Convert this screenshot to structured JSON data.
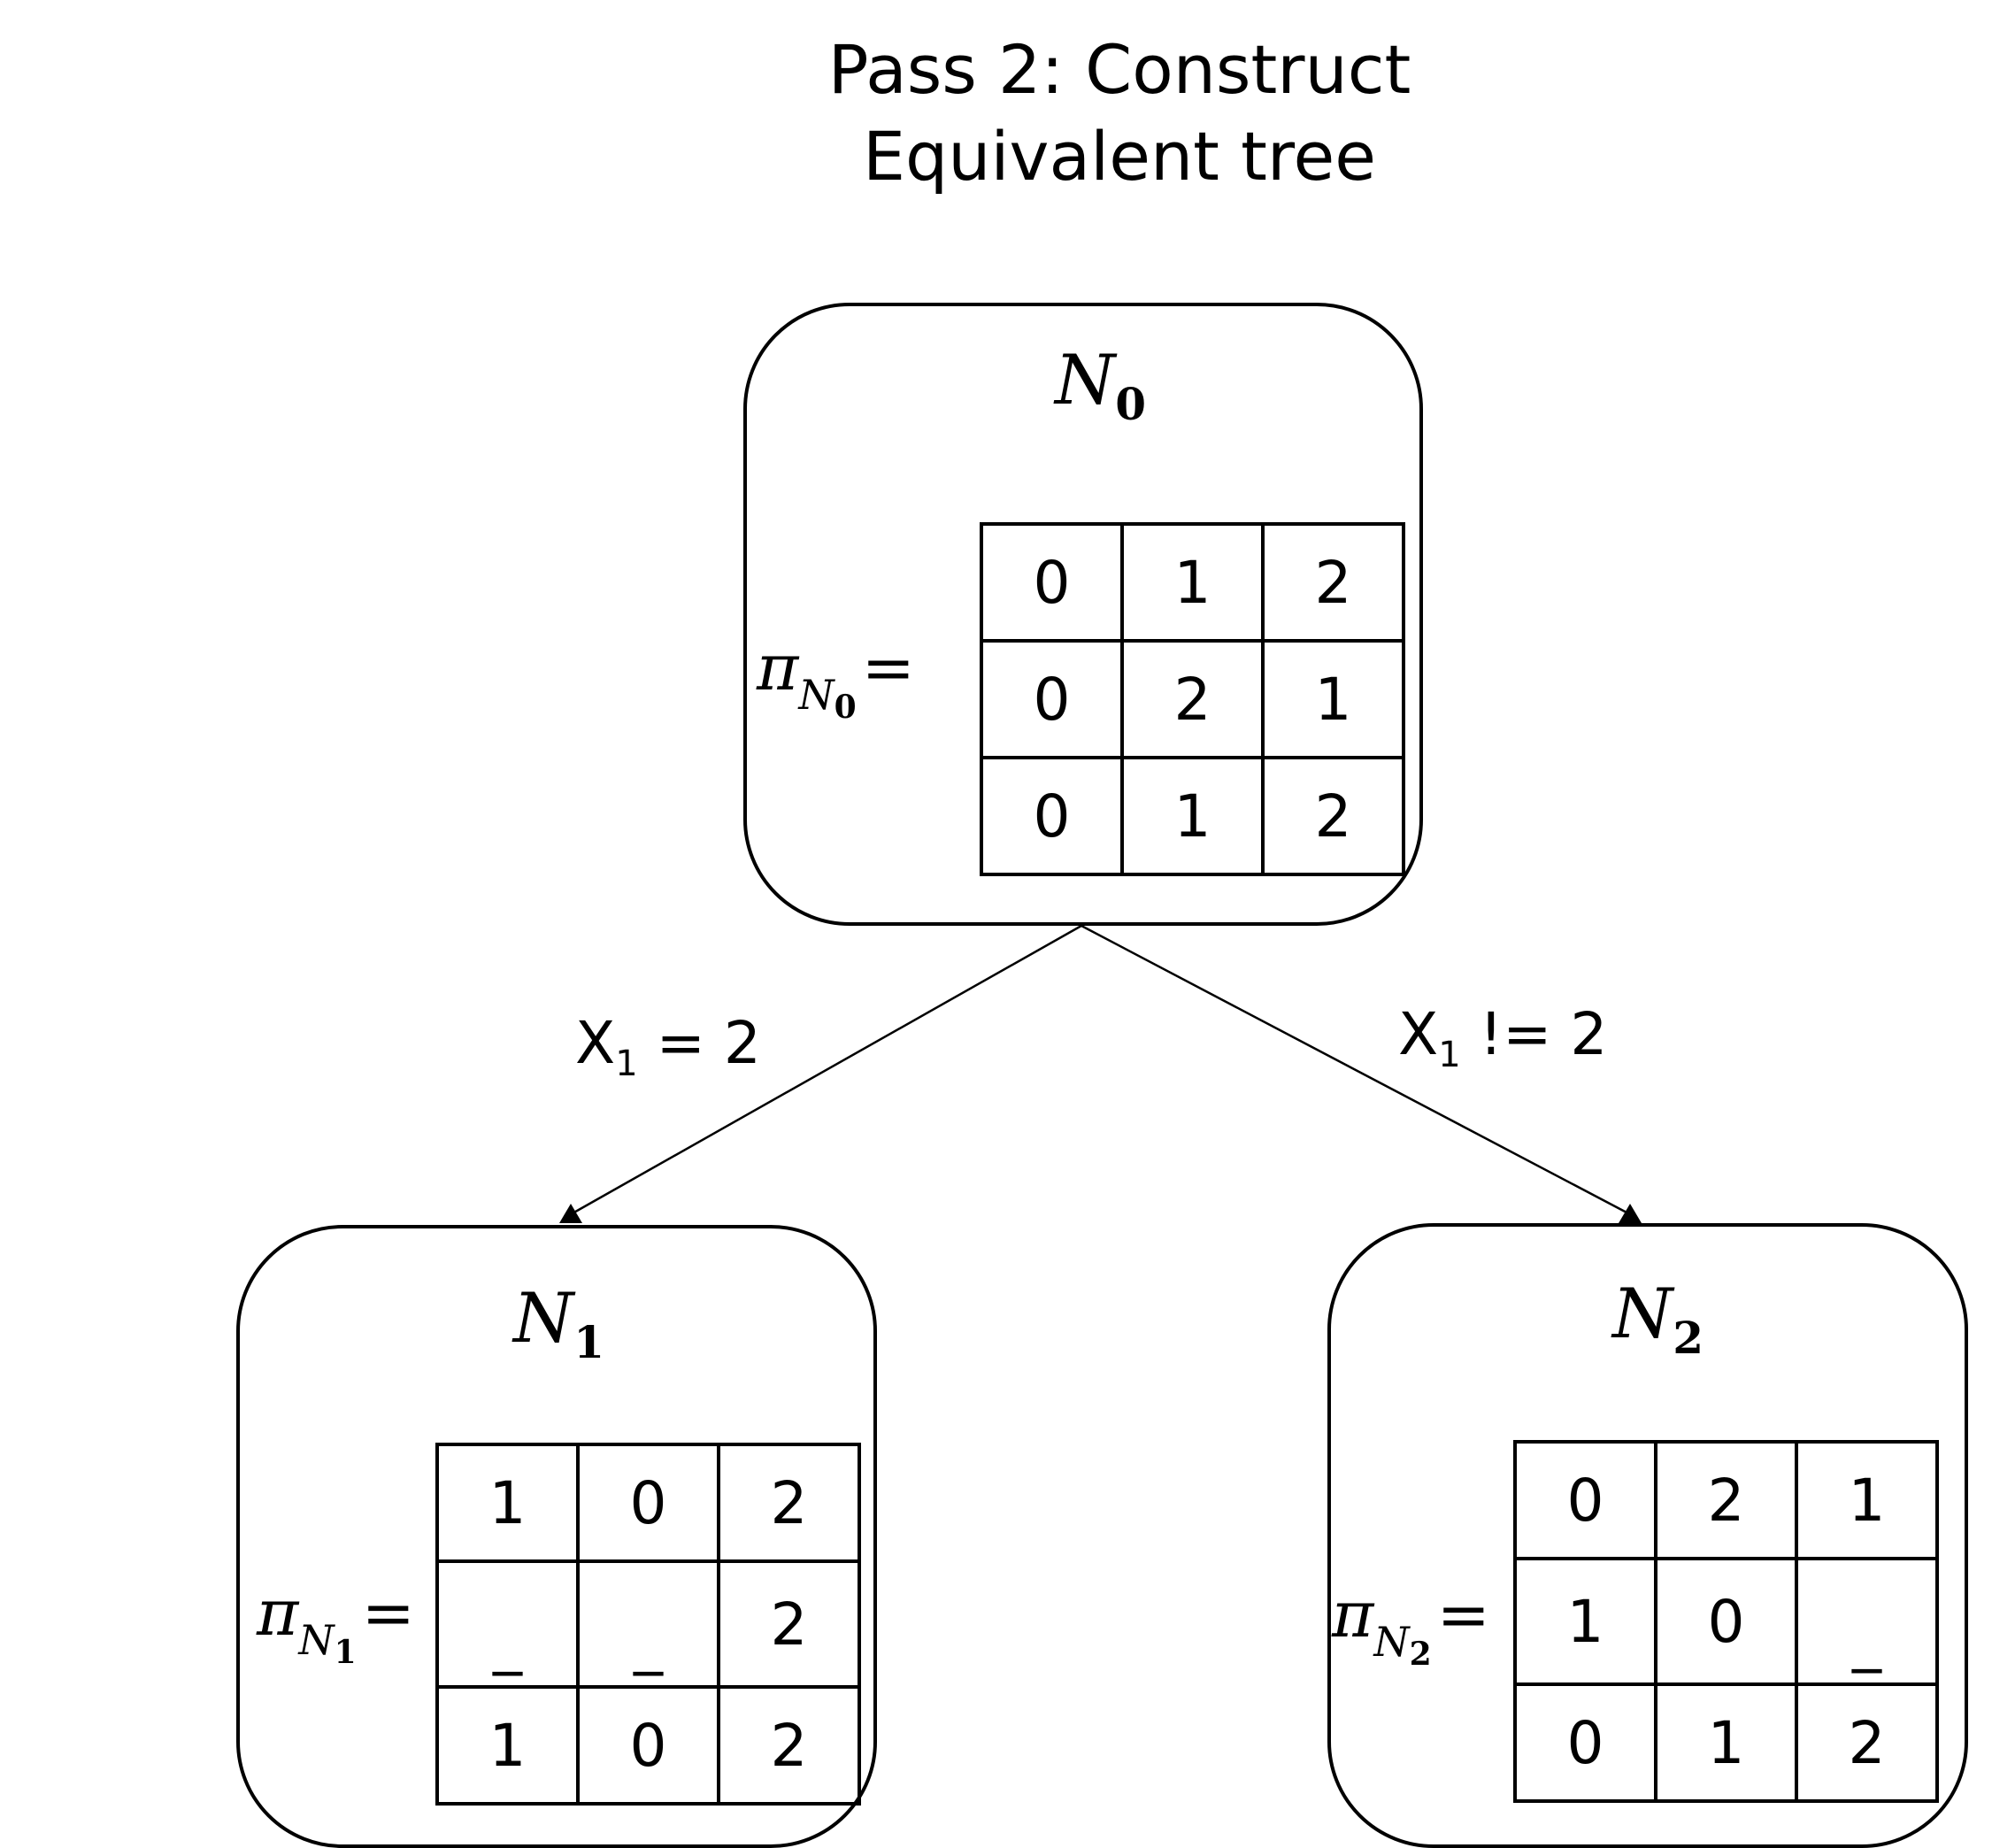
{
  "title": {
    "line1": "Pass 2: Construct",
    "line2": "Equivalent tree"
  },
  "nodes": [
    {
      "label": "N",
      "sub": "0",
      "pi_symbol": "π",
      "pi_sub_letter": "N",
      "pi_sub_index": "0",
      "equals": "=",
      "matrix": [
        [
          "0",
          "1",
          "2"
        ],
        [
          "0",
          "2",
          "1"
        ],
        [
          "0",
          "1",
          "2"
        ]
      ]
    },
    {
      "label": "N",
      "sub": "1",
      "pi_symbol": "π",
      "pi_sub_letter": "N",
      "pi_sub_index": "1",
      "equals": "=",
      "matrix": [
        [
          "1",
          "0",
          "2"
        ],
        [
          "_",
          "_",
          "2"
        ],
        [
          "1",
          "0",
          "2"
        ]
      ]
    },
    {
      "label": "N",
      "sub": "2",
      "pi_symbol": "π",
      "pi_sub_letter": "N",
      "pi_sub_index": "2",
      "equals": "=",
      "matrix": [
        [
          "0",
          "2",
          "1"
        ],
        [
          "1",
          "0",
          "_"
        ],
        [
          "0",
          "1",
          "2"
        ]
      ]
    }
  ],
  "edges": [
    {
      "var": "X",
      "var_sub": "1",
      "condition": " = 2"
    },
    {
      "var": "X",
      "var_sub": "1",
      "condition": " != 2"
    }
  ]
}
